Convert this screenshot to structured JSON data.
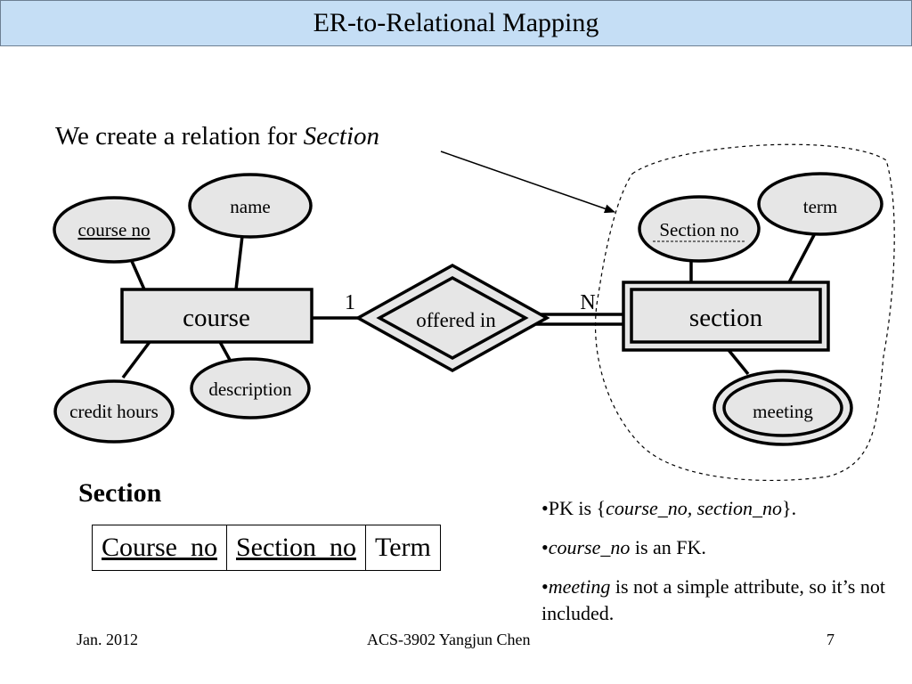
{
  "slide": {
    "title": "ER-to-Relational Mapping",
    "intro_prefix": "We create a relation for ",
    "intro_emph": "Section"
  },
  "diagram": {
    "entities": {
      "course": "course",
      "section": "section"
    },
    "relationship": "offered in",
    "cardinality": {
      "left": "1",
      "right": "N"
    },
    "attributes": {
      "course_no": "course no",
      "name": "name",
      "description": "description",
      "credit_hours": "credit hours",
      "section_no": "Section no",
      "term": "term",
      "meeting": "meeting"
    }
  },
  "relation": {
    "name": "Section",
    "columns": [
      "Course_no",
      "Section_no",
      "Term"
    ]
  },
  "notes": {
    "pk_prefix": "•PK is {",
    "pk_emph": "course_no, section_no",
    "pk_suffix": "}.",
    "fk_prefix": "•",
    "fk_emph": "course_no",
    "fk_suffix": " is an FK.",
    "meeting_prefix": "•",
    "meeting_emph": "meeting",
    "meeting_suffix": " is not a simple attribute, so it’s not included."
  },
  "footer": {
    "date": "Jan. 2012",
    "course": "ACS-3902 Yangjun Chen",
    "page": "7"
  },
  "colors": {
    "title_bg": "#c5def5",
    "shape_fill": "#e6e6e6",
    "stroke": "#000000"
  }
}
